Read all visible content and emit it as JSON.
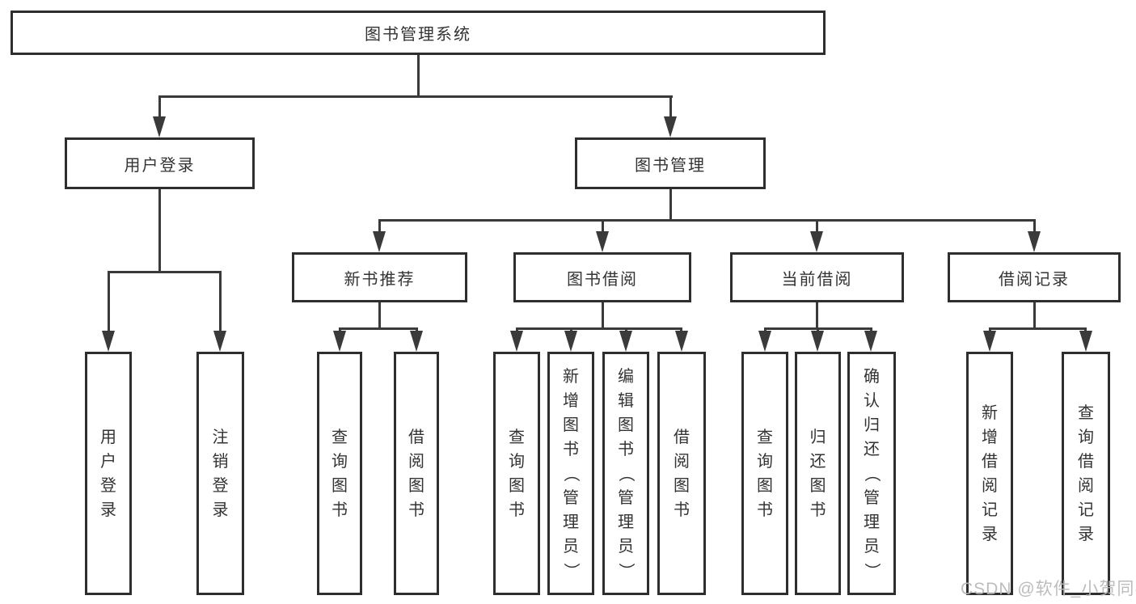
{
  "diagram_title": "图书管理系统",
  "watermark": "CSDN @软件_小贺同学",
  "colors": {
    "line": "#3a3a3a",
    "border": "#2e2e2e",
    "text": "#333333",
    "watermark": "#b9b9b9",
    "background": "#ffffff"
  },
  "nodes": {
    "root": "图书管理系统",
    "user_login": "用户登录",
    "book_mgmt": "图书管理",
    "new_book_rec": "新书推荐",
    "book_borrow": "图书借阅",
    "current_borrow": "当前借阅",
    "borrow_record": "借阅记录",
    "leaf_user_login": "用户登录",
    "leaf_logout": "注销登录",
    "leaf_rec_query_book": "查询图书",
    "leaf_rec_borrow_book": "借阅图书",
    "leaf_bor_query_book": "查询图书",
    "leaf_bor_add_book": "新增图书（管理员）",
    "leaf_bor_edit_book": "编辑图书（管理员）",
    "leaf_bor_borrow_book": "借阅图书",
    "leaf_cur_query_book": "查询图书",
    "leaf_cur_return_book": "归还图书",
    "leaf_cur_confirm_return": "确认归还（管理员）",
    "leaf_rcd_add_record": "新增借阅记录",
    "leaf_rcd_query_record": "查询借阅记录"
  }
}
